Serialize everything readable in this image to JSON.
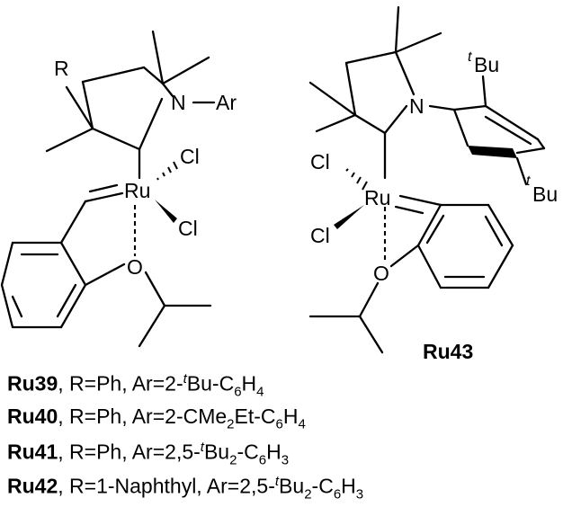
{
  "atoms": {
    "left_R": "R",
    "left_N": "N",
    "left_Ar": "Ar",
    "left_Ru": "Ru",
    "left_Cl1": "Cl",
    "left_Cl2": "Cl",
    "left_O": "O",
    "right_N": "N",
    "right_Ru": "Ru",
    "right_Cl1": "Cl",
    "right_Cl2": "Cl",
    "right_O": "O",
    "tBu_top_sup": "t",
    "tBu_top": "Bu",
    "tBu_bot_sup": "t",
    "tBu_bot": "Bu"
  },
  "ru43_label": "Ru43",
  "captions": [
    {
      "name": "Ru39",
      "r": ", R=Ph, Ar=2-",
      "sup": "t",
      "tail": "Bu-C",
      "s1": "6",
      "mid": "H",
      "s2": "4",
      "end": ""
    },
    {
      "name": "Ru40",
      "r": ", R=Ph, Ar=2-CMe",
      "sup": "",
      "tail": "",
      "s1": "2",
      "mid": "Et-C",
      "s2": "6",
      "end": "H",
      "s3": "4"
    },
    {
      "name": "Ru41",
      "r": ", R=Ph, Ar=2,5-",
      "sup": "t",
      "tail": "Bu",
      "s1": "2",
      "mid": "-C",
      "s2": "6",
      "end": "H",
      "s3": "3"
    },
    {
      "name": "Ru42",
      "r": ", R=1-Naphthyl, Ar=2,5-",
      "sup": "t",
      "tail": "Bu",
      "s1": "2",
      "mid": "-C",
      "s2": "6",
      "end": "H",
      "s3": "3"
    }
  ]
}
